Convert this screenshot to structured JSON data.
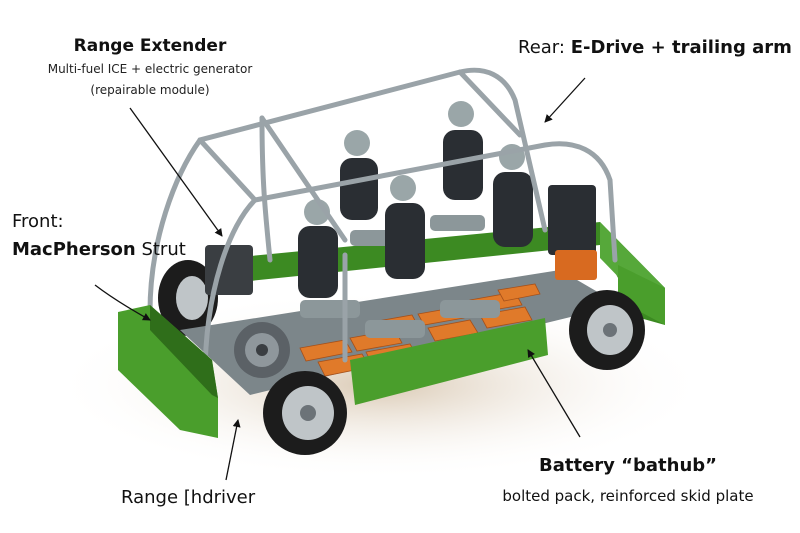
{
  "labels": {
    "range_extender": {
      "title": "Range Extender",
      "line1": "Multi-fuel ICE + electric generator",
      "line2": "(repairable module)"
    },
    "rear": {
      "prefix": "Rear: ",
      "bold": "E-Drive + trailing arm"
    },
    "front": {
      "line1": "Front:",
      "bold": "MacPherson",
      "suffix": "Strut"
    },
    "battery": {
      "title": "Battery “bathub”",
      "subtitle": "bolted pack, reinforced skid plate"
    },
    "range_driver": "Range [hdriver"
  },
  "colors": {
    "chassis_green": "#4a9e2c",
    "chassis_green_dark": "#2f6e1a",
    "battery_orange": "#e07a2a",
    "roll_cage": "#9aa3a8",
    "mannequin": "#2a2e33",
    "mannequin_skin": "#9aa6a8",
    "seat_gray": "#8c979a",
    "tire": "#1c1c1c",
    "rim": "#bfc5c8"
  },
  "icons": [
    "vehicle-rendering",
    "wheel",
    "mannequin",
    "roll-cage",
    "battery-cell",
    "engine-module",
    "leader-arrow"
  ]
}
